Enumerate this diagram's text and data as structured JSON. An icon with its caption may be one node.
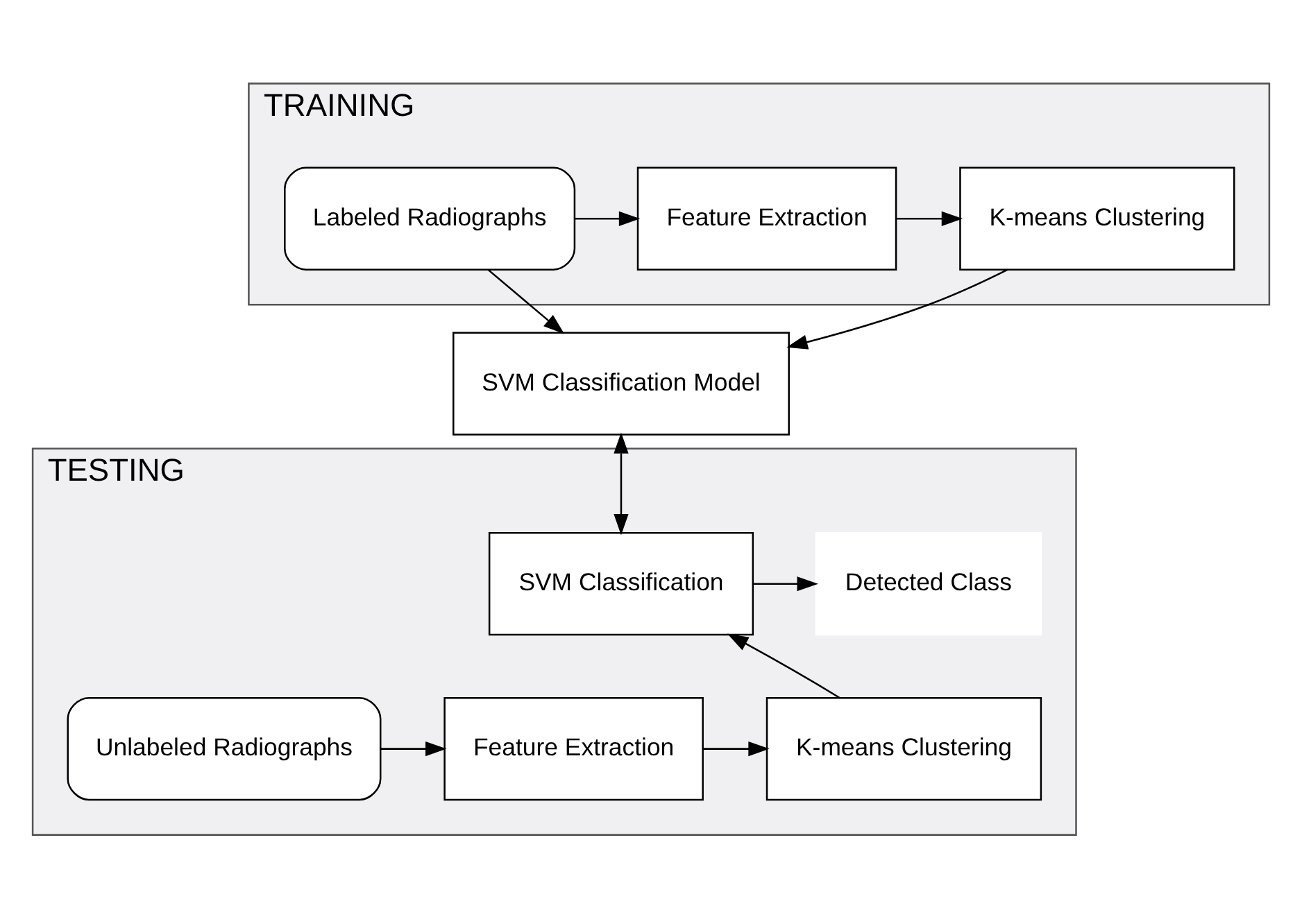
{
  "diagram": {
    "nodes": [
      {
        "text": [
          "TRAINING"
        ]
      },
      {
        "text": [
          "Labeled Radiographs"
        ],
        "in": 0
      },
      {
        "text": [
          "Feature Extraction"
        ],
        "in": 0
      },
      {
        "text": [
          "K-means Clustering"
        ],
        "in": 0
      },
      {
        "text": [
          "SVM Classification Model"
        ]
      },
      {
        "text": [
          "TESTING"
        ]
      },
      {
        "text": [
          "SVM Classification"
        ],
        "in": 5
      },
      {
        "text": [
          "Detected Class"
        ],
        "in": 5
      },
      {
        "text": [
          "Unlabeled Radiographs"
        ],
        "in": 5
      },
      {
        "text": [
          "Feature Extraction"
        ],
        "in": 5
      },
      {
        "text": [
          "K-means Clustering"
        ],
        "in": 5
      }
    ],
    "edges": [
      {
        "from": 1,
        "to": 2,
        "arrow": "to"
      },
      {
        "from": 2,
        "to": 3,
        "arrow": "to"
      },
      {
        "from": 1,
        "to": 4,
        "arrow": "to"
      },
      {
        "from": 3,
        "to": 4,
        "arrow": "to"
      },
      {
        "from": 4,
        "to": 6,
        "arrow": "both"
      },
      {
        "from": 6,
        "to": 7,
        "arrow": "to"
      },
      {
        "from": 8,
        "to": 9,
        "arrow": "to"
      },
      {
        "from": 9,
        "to": 10,
        "arrow": "to"
      },
      {
        "from": 10,
        "to": 6,
        "arrow": "to"
      }
    ]
  }
}
